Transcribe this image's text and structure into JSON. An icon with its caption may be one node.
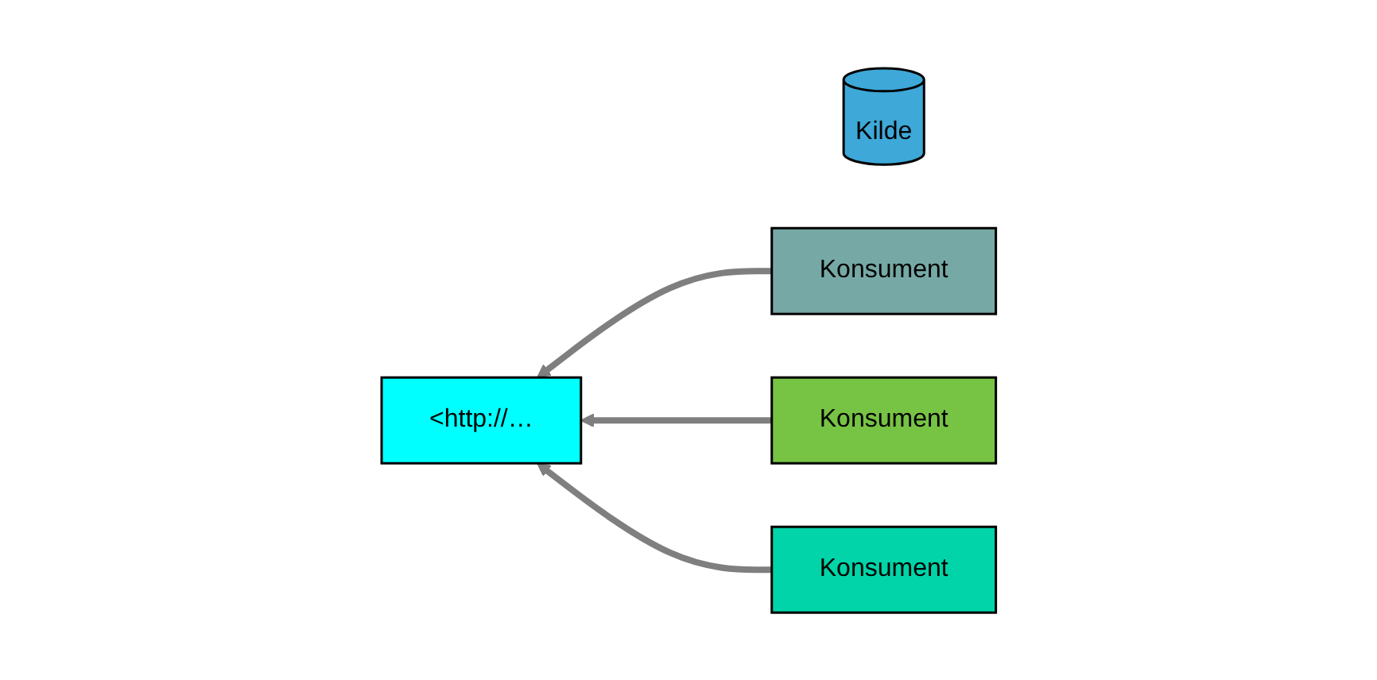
{
  "diagram": {
    "nodes": [
      {
        "text": [
          "Kilde"
        ]
      },
      {
        "text": [
          "<http://…"
        ]
      },
      {
        "text": [
          "Konsument"
        ]
      },
      {
        "text": [
          "Konsument"
        ]
      },
      {
        "text": [
          "Konsument"
        ]
      }
    ],
    "edges": [
      {
        "from": 2,
        "to": 1,
        "arrow": "to"
      },
      {
        "from": 3,
        "to": 1,
        "arrow": "to"
      },
      {
        "from": 4,
        "to": 1,
        "arrow": "to"
      }
    ]
  }
}
